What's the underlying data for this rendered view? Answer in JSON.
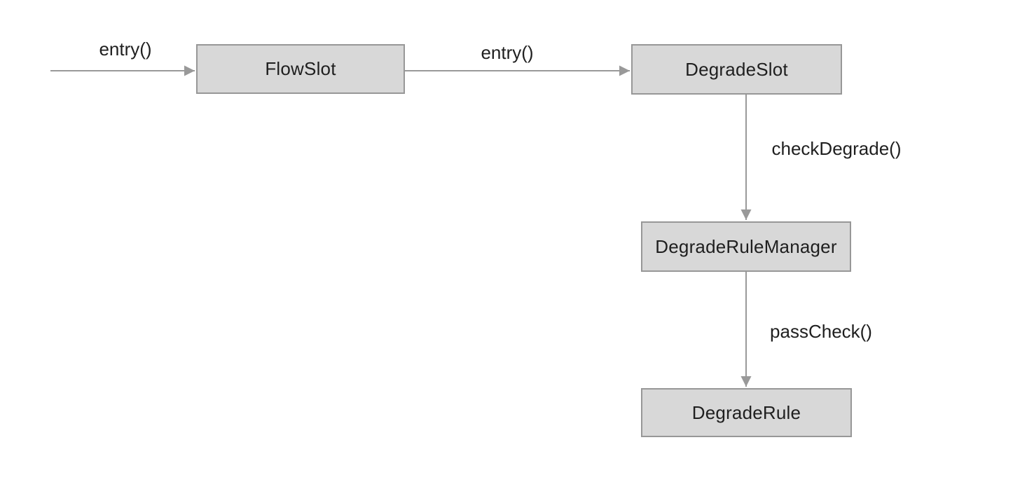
{
  "diagram": {
    "type": "flowchart",
    "nodes": [
      {
        "id": "flow-slot",
        "label": "FlowSlot"
      },
      {
        "id": "degrade-slot",
        "label": "DegradeSlot"
      },
      {
        "id": "degrade-rule-manager",
        "label": "DegradeRuleManager"
      },
      {
        "id": "degrade-rule",
        "label": "DegradeRule"
      }
    ],
    "edges": [
      {
        "id": "entry-to-flow-slot",
        "label": "entry()",
        "from": "external",
        "to": "flow-slot",
        "direction": "right"
      },
      {
        "id": "flow-slot-to-degrade-slot",
        "label": "entry()",
        "from": "flow-slot",
        "to": "degrade-slot",
        "direction": "right"
      },
      {
        "id": "degrade-slot-to-rule-manager",
        "label": "checkDegrade()",
        "from": "degrade-slot",
        "to": "degrade-rule-manager",
        "direction": "down"
      },
      {
        "id": "rule-manager-to-degrade-rule",
        "label": "passCheck()",
        "from": "degrade-rule-manager",
        "to": "degrade-rule",
        "direction": "down"
      }
    ],
    "colors": {
      "background": "#ffffff",
      "node_fill": "#d8d8d8",
      "node_border": "#979797",
      "arrow": "#999999",
      "text": "#1f1f1f"
    }
  }
}
